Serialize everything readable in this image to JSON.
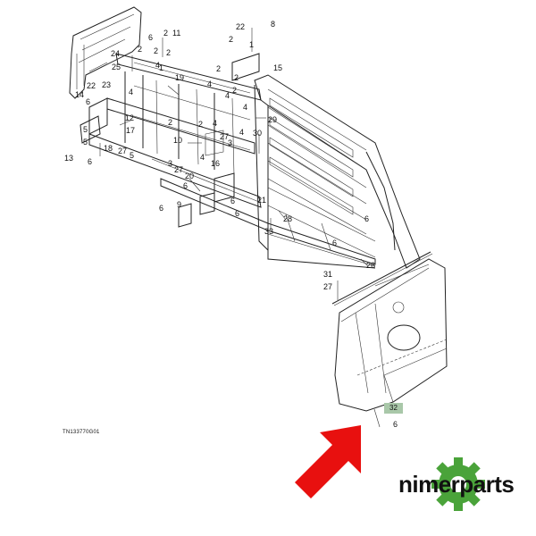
{
  "figure_id": "TN133770G01",
  "highlighted_part": "32",
  "logo": {
    "brand": "nimerparts",
    "gear_color": "#4aa33a",
    "text_color": "#111111"
  },
  "arrow": {
    "color": "#e8100f"
  },
  "callouts": {
    "c1": "22",
    "c2": "8",
    "c3": "2",
    "c4": "1",
    "c5": "6",
    "c6": "2",
    "c7": "11",
    "c8": "24",
    "c9": "2",
    "c10": "4",
    "c11": "2",
    "c12": "25",
    "c13": "2",
    "c14": "1",
    "c15": "2",
    "c16": "15",
    "c17": "2",
    "c18": "19",
    "c19": "4",
    "c20": "22",
    "c21": "23",
    "c22": "14",
    "c23": "6",
    "c24": "4",
    "c25": "4",
    "c26": "2",
    "c27": "2",
    "c28": "4",
    "c29": "29",
    "c30": "12",
    "c31": "5",
    "c32": "17",
    "c33": "5",
    "c34": "18",
    "c35": "6",
    "c36": "13",
    "c37": "27",
    "c38": "5",
    "c39": "2",
    "c40": "10",
    "c41": "4",
    "c42": "27",
    "c43": "3",
    "c44": "30",
    "c45": "4",
    "c46": "3",
    "c47": "27",
    "c48": "4",
    "c49": "16",
    "c50": "20",
    "c51": "6",
    "c52": "6",
    "c53": "9",
    "c54": "6",
    "c55": "6",
    "c56": "21",
    "c57": "28",
    "c58": "6",
    "c59": "33",
    "c60": "6",
    "c61": "26",
    "c62": "31",
    "c63": "27",
    "c64": "6"
  }
}
